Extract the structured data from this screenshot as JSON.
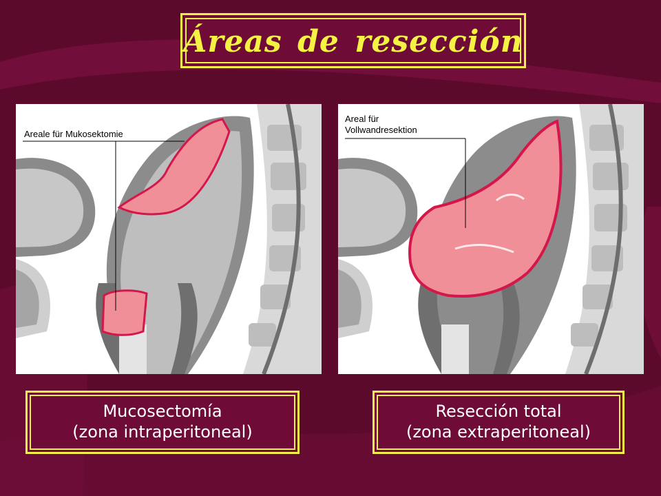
{
  "title": "Áreas  de  resección",
  "left_panel": {
    "label": "Areale für Mukosektomie",
    "caption_line1": "Mucosectomía",
    "caption_line2": "(zona intraperitoneal)"
  },
  "right_panel": {
    "label_line1": "Areal für",
    "label_line2": "Vollwandresektion",
    "caption_line1": "Resección total",
    "caption_line2": "(zona extraperitoneal)"
  },
  "colors": {
    "background": "#5c0a2c",
    "frame": "#f2ee4a",
    "tissue_gray": "#b9b9b9",
    "tissue_dark": "#7a7a7a",
    "highlight_fill": "#f08f98",
    "highlight_edge": "#d4174a"
  }
}
